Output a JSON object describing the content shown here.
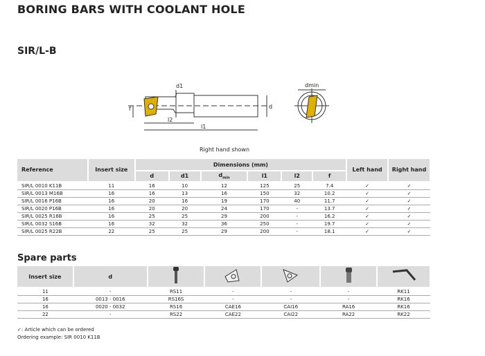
{
  "title": "BORING BARS WITH COOLANT HOLE",
  "subtitle": "SIR/L-B",
  "diagram": {
    "caption": "Right hand shown",
    "labels": {
      "d1": "d1",
      "d": "d",
      "f": "f",
      "l2": "l2",
      "l1": "l1",
      "dmin": "dmin"
    }
  },
  "table": {
    "headers": {
      "reference": "Reference",
      "insert_size": "Insert size",
      "dimensions": "Dimensions (mm)",
      "d": "d",
      "d1": "d1",
      "dmin_main": "d",
      "dmin_sub": "min",
      "l1": "l1",
      "l2": "l2",
      "f": "f",
      "left": "Left hand",
      "right": "Right hand"
    },
    "rows": [
      [
        "SIR/L 0010 K11B",
        "11",
        "16",
        "10",
        "12",
        "125",
        "25",
        "7.4",
        "✓",
        "✓"
      ],
      [
        "SIR/L 0013 M16B",
        "16",
        "16",
        "13",
        "16",
        "150",
        "32",
        "10.2",
        "✓",
        "✓"
      ],
      [
        "SIR/L 0016 P16B",
        "16",
        "20",
        "16",
        "19",
        "170",
        "40",
        "11.7",
        "✓",
        "✓"
      ],
      [
        "SIR/L 0020 P16B",
        "16",
        "20",
        "20",
        "24",
        "170",
        "-",
        "13.7",
        "✓",
        "✓"
      ],
      [
        "SIR/L 0025 R16B",
        "16",
        "25",
        "25",
        "29",
        "200",
        "-",
        "16.2",
        "✓",
        "✓"
      ],
      [
        "SIR/L 0032 S16B",
        "16",
        "32",
        "32",
        "36",
        "250",
        "-",
        "19.7",
        "✓",
        "✓"
      ],
      [
        "SIR/L 0025 R22B",
        "22",
        "25",
        "25",
        "29",
        "200",
        "-",
        "18.1",
        "✓",
        "✓"
      ]
    ]
  },
  "spare": {
    "title": "Spare parts",
    "headers": {
      "insert_size": "Insert size",
      "d": "d"
    },
    "icons": [
      "screw-icon",
      "shim-external-icon",
      "shim-internal-icon",
      "shim-screw-icon",
      "torx-key-icon"
    ],
    "rows": [
      [
        "11",
        "-",
        "RS11",
        "-",
        "-",
        "-",
        "RK11"
      ],
      [
        "16",
        "0013 - 0016",
        "RS16S",
        "-",
        "-",
        "-",
        "RK16"
      ],
      [
        "16",
        "0020 - 0032",
        "RS16",
        "CAE16",
        "CAI16",
        "RA16",
        "RK16"
      ],
      [
        "22",
        "-",
        "RS22",
        "CAE22",
        "CAI22",
        "RA22",
        "RK22"
      ]
    ]
  },
  "footnotes": {
    "check": "✓: Article which can be ordered",
    "example": "Ordering example: SIR 0010 K11B"
  }
}
